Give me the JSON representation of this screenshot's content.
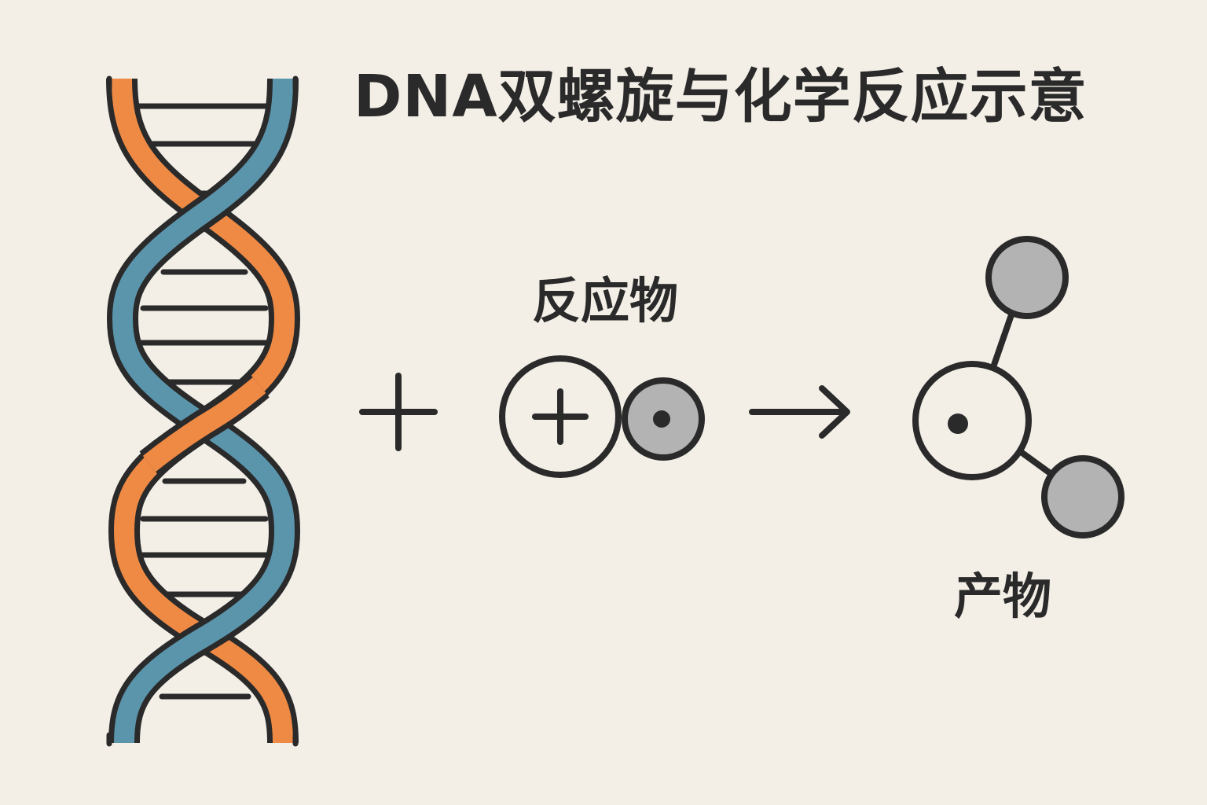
{
  "title": "DNA双螺旋与化学反应示意",
  "reactant_label": "反应物",
  "product_label": "产物",
  "icons": {
    "dna": "dna-double-helix-icon",
    "plus": "plus-sign-icon",
    "reactant_atom_positive": "positive-atom-icon",
    "reactant_atom_neutral": "neutral-atom-icon",
    "arrow": "reaction-arrow-icon",
    "product_molecule": "product-molecule-icon"
  },
  "colors": {
    "background": "#f3efe7",
    "outline": "#2a2a2a",
    "strand_orange": "#ef8a45",
    "strand_blue": "#5a95ac",
    "atom_gray": "#b3b3b3"
  }
}
